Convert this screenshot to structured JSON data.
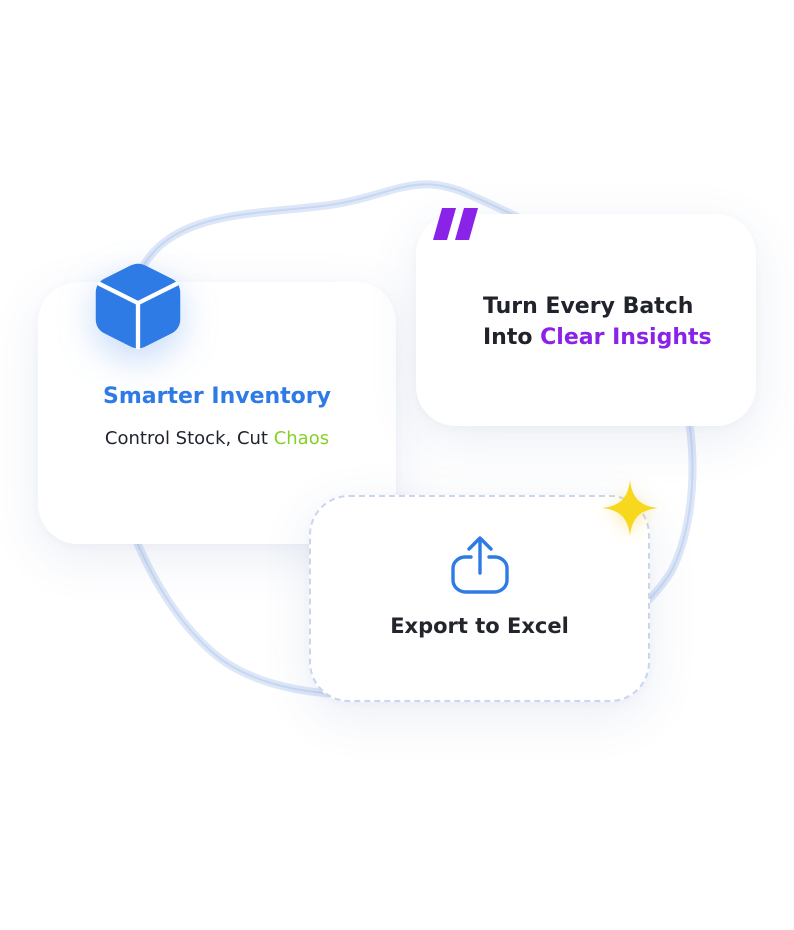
{
  "inventory": {
    "title": "Smarter Inventory",
    "subtitle_main": "Control Stock, Cut ",
    "subtitle_accent": "Chaos",
    "icon": "box-icon"
  },
  "insights": {
    "line1": "Turn Every Batch",
    "line2_prefix": "Into ",
    "line2_accent": "Clear Insights",
    "icon": "quote-icon"
  },
  "export": {
    "label": "Export to Excel",
    "icon": "upload-icon"
  },
  "decoration": {
    "icon": "sparkle-icon"
  },
  "colors": {
    "primary_blue": "#2e7be6",
    "accent_green": "#86d128",
    "accent_purple": "#8a22e8",
    "sparkle_yellow": "#f8d81e",
    "outline_blue": "#c9d6ec",
    "text_dark": "#20232c"
  }
}
